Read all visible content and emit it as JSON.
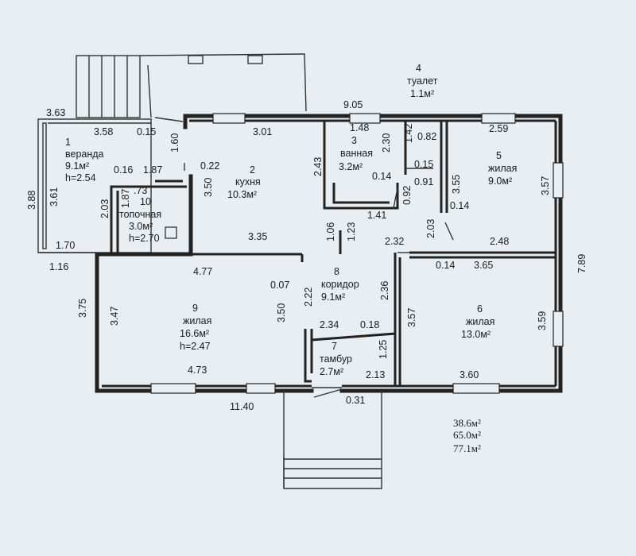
{
  "rooms": [
    {
      "id": "1",
      "name": "веранда",
      "area": "9.1м²",
      "height": "h=2.54"
    },
    {
      "id": "2",
      "name": "кухня",
      "area": "10.3м²"
    },
    {
      "id": "3",
      "name": "ванная",
      "area": "3.2м²"
    },
    {
      "id": "4",
      "name": "туалет",
      "area": "1.1м²"
    },
    {
      "id": "5",
      "name": "жилая",
      "area": "9.0м²"
    },
    {
      "id": "6",
      "name": "жилая",
      "area": "13.0м²"
    },
    {
      "id": "7",
      "name": "тамбур",
      "area": "2.7м²"
    },
    {
      "id": "8",
      "name": "коридор",
      "area": "9.1м²"
    },
    {
      "id": "9",
      "name": "жилая",
      "area": "16.6м²",
      "height": "h=2.47"
    },
    {
      "id": "10",
      "name": "топочная",
      "area": "3.0м²",
      "height": "h=2.70"
    }
  ],
  "dims": {
    "d363": "3.63",
    "d358": "3.58",
    "d015a": "0.15",
    "d160": "1.60",
    "d301": "3.01",
    "d905": "9.05",
    "d148": "1.48",
    "d230": "2.30",
    "d142": "1.42",
    "d082": "0.82",
    "d259": "2.59",
    "d016": "0.16",
    "d187a": "1.87",
    "d022": "0.22",
    "d243": "2.43",
    "d388": "3.88",
    "d361": "3.61",
    "d173": ".73",
    "d187b": "1.87",
    "d350a": "3.50",
    "d014a": "0.14",
    "d015b": "0.15",
    "d091": "0.91",
    "d092": "0.92",
    "d355": "3.55",
    "d357a": "3.57",
    "d014b": "0.14",
    "d203a": "2.03",
    "d141": "1.41",
    "d203b": "2.03",
    "d170": "1.70",
    "d106": "1.06",
    "d123": "1.23",
    "d335": "3.35",
    "d232": "2.32",
    "d248": "2.48",
    "d789": "7.89",
    "d116": "1.16",
    "d014c": "0.14",
    "d365": "3.65",
    "d477": "4.77",
    "d375": "3.75",
    "d347": "3.47",
    "d007": "0.07",
    "d222": "2.22",
    "d236": "2.36",
    "d350b": "3.50",
    "d357b": "3.57",
    "d359": "3.59",
    "d234": "2.34",
    "d018": "0.18",
    "d125": "1.25",
    "d473": "4.73",
    "d213": "2.13",
    "d360": "3.60",
    "d1140": "11.40",
    "d031": "0.31"
  },
  "totals": {
    "living": "38.6м²",
    "useful": "65.0м²",
    "total": "77.1м²"
  }
}
